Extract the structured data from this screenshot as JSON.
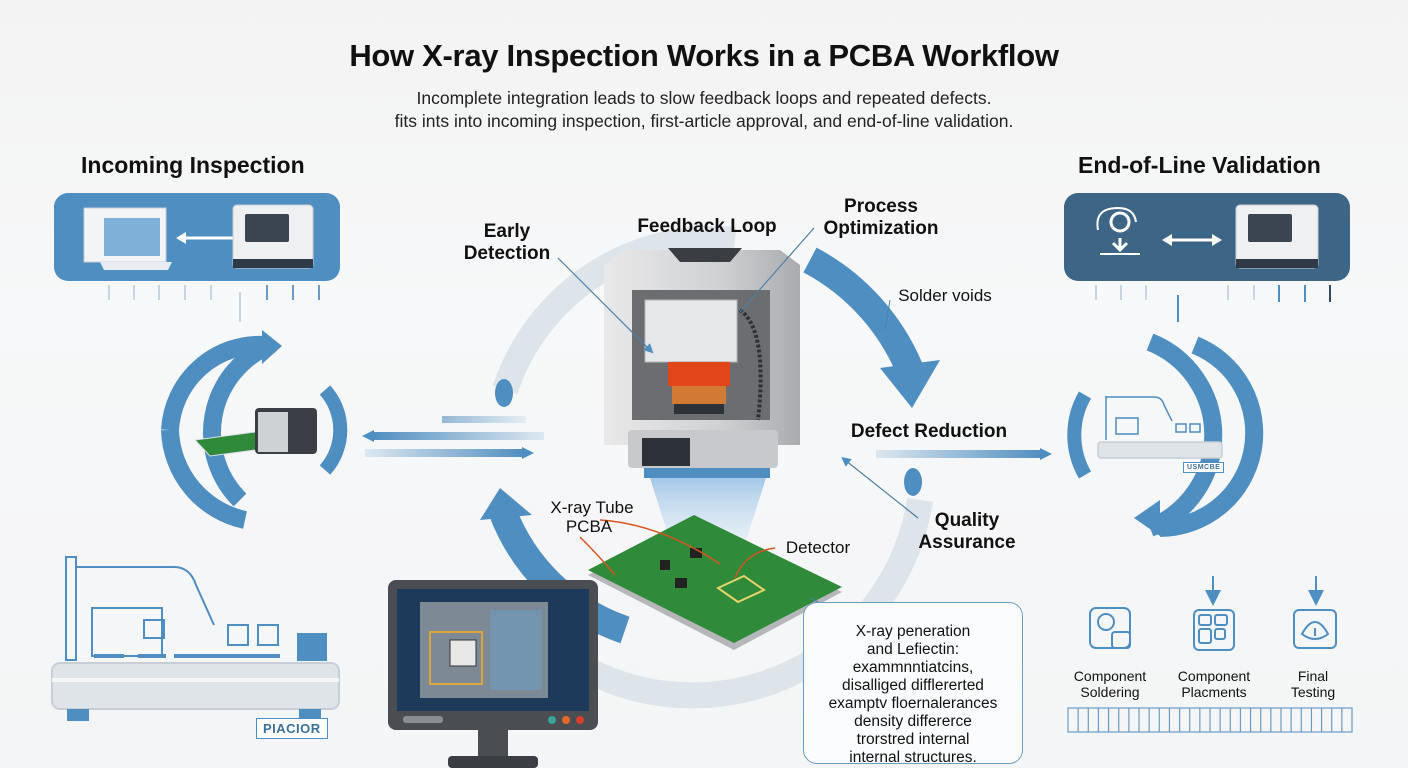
{
  "header": {
    "title": "How X-ray Inspection Works in a PCBA Workflow",
    "subtitle_line1": "Incomplete integration leads to slow feedback loops and repeated defects.",
    "subtitle_line2": "fits ints into incoming inspection, first-article approval, and end-of-line validation."
  },
  "sections": {
    "incoming": {
      "title": "Incoming Inspection",
      "tag": "PIACIOR"
    },
    "end_of_line": {
      "title": "End-of-Line Validation",
      "tag": "USMCBE"
    }
  },
  "cycle_labels": {
    "early_detection": [
      "Early",
      "Detection"
    ],
    "feedback_loop": "Feedback Loop",
    "process_optimization": [
      "Process",
      "Optimization"
    ],
    "solder_voids": "Solder voids",
    "defect_reduction": "Defect Reduction",
    "quality_assurance": [
      "Quality",
      "Assurance"
    ]
  },
  "machine_labels": {
    "xray_tube": "X-ray Tube",
    "pcba": "PCBA",
    "detector": "Detector"
  },
  "description": {
    "lines": [
      "X-ray peneration",
      "and Lefiectin:",
      "exammnntiatcins,",
      "disalliged difflererted",
      "examptv floernalerances",
      "density differerce",
      "trorstred internal",
      "internal structures."
    ]
  },
  "steps": [
    {
      "label": [
        "Component",
        "Soldering"
      ],
      "icon": "magnifier-icon"
    },
    {
      "label": [
        "Component",
        "Placments"
      ],
      "icon": "chip-grid-icon"
    },
    {
      "label": [
        "Final",
        "Testing"
      ],
      "icon": "test-unit-icon"
    }
  ],
  "colors": {
    "accent_blue": "#4f8ec0",
    "dark_blue": "#3d6585",
    "light_arc": "#dde4ea",
    "pcb_green": "#2f8a3a",
    "xray_orange": "#d9531e"
  }
}
